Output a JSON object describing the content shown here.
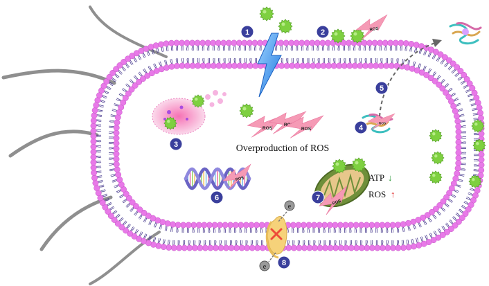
{
  "caption": "Overproduction of ROS",
  "ros_label": "ROS",
  "steps": [
    "1",
    "2",
    "3",
    "4",
    "5",
    "6",
    "7",
    "8"
  ],
  "mitochondria": {
    "atp_label": "ATP",
    "atp_arrow": "↓",
    "ros_label": "ROS",
    "ros_arrow": "↑"
  },
  "electron_symbol": "e",
  "colors": {
    "membrane_head": "#e879e8",
    "membrane_tail": "#4a3d8f",
    "ros_bolt": "#f59ab5",
    "nanoparticle": "#7ed040",
    "step_badge": "#3a3f9c",
    "lightning": "#2f8fea",
    "flagella": "#8a8a8a",
    "channel": "#f6d27a"
  }
}
